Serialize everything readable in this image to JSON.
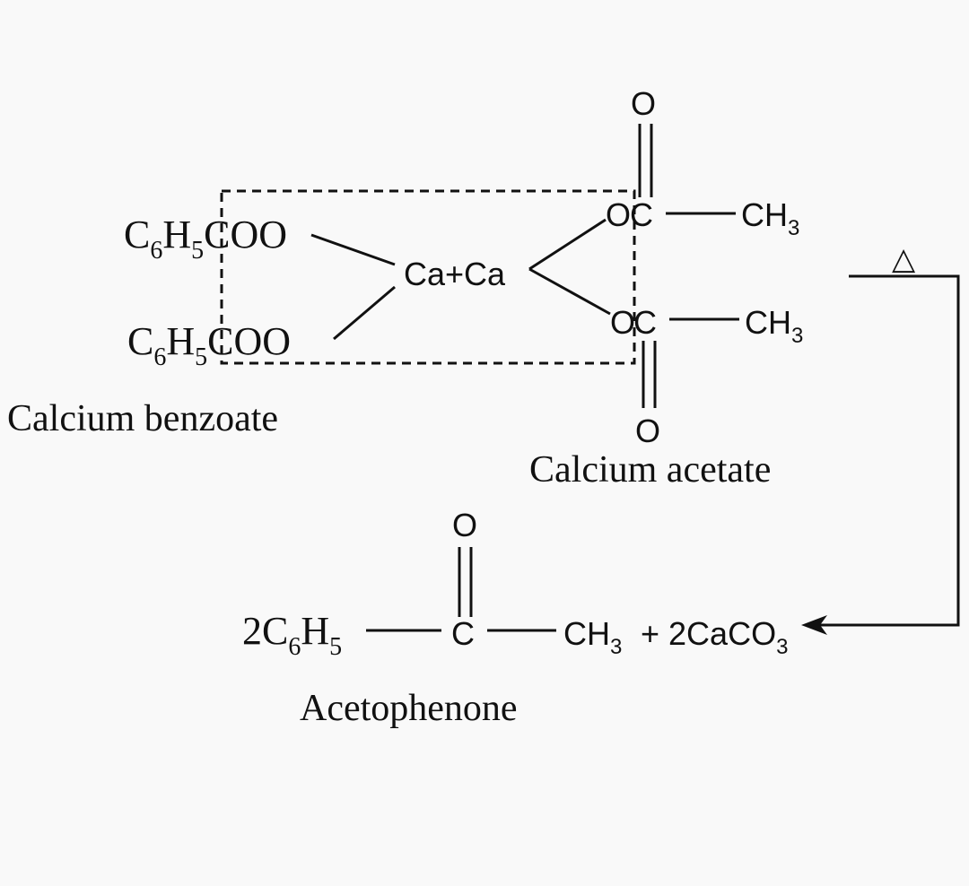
{
  "reactant1": {
    "group_top": {
      "prefix": "C",
      "sub1": "6",
      "mid": "H",
      "sub2": "5",
      "suffix": "COO"
    },
    "group_bottom": {
      "prefix": "C",
      "sub1": "6",
      "mid": "H",
      "sub2": "5",
      "suffix": "COO"
    },
    "name": "Calcium benzoate"
  },
  "center": {
    "label": "Ca+Ca"
  },
  "reactant2": {
    "top": {
      "o_label": "O",
      "carbon": "C",
      "methyl": "CH",
      "methyl_sub": "3",
      "carbonyl_o": "O"
    },
    "bottom": {
      "o_label": "O",
      "carbon": "C",
      "methyl": "CH",
      "methyl_sub": "3",
      "carbonyl_o": "O"
    },
    "name": "Calcium acetate"
  },
  "condition": {
    "symbol": "△"
  },
  "product": {
    "coef_group": {
      "prefix": "2C",
      "sub1": "6",
      "mid": "H",
      "sub2": "5"
    },
    "carbonyl_o": "O",
    "carbon": "C",
    "methyl": "CH",
    "methyl_sub": "3",
    "plus": "+ 2CaCO",
    "plus_sub": "3",
    "name": "Acetophenone"
  }
}
